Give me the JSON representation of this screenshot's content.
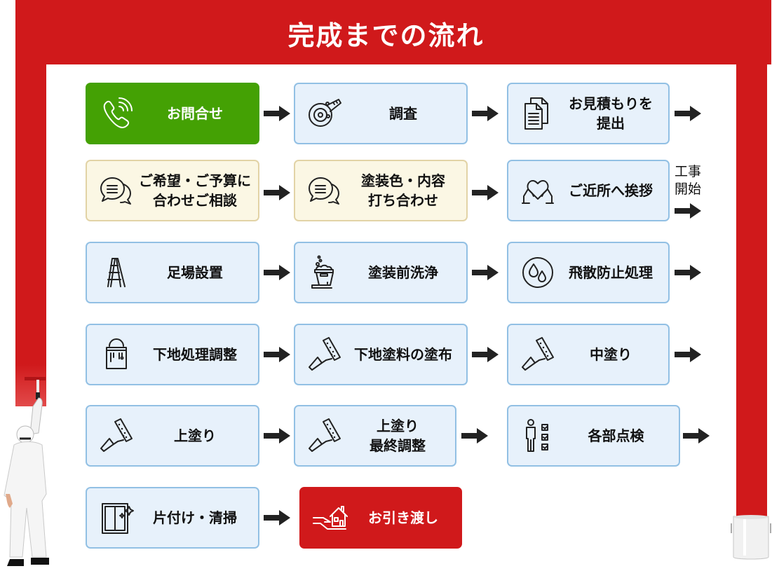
{
  "title": "完成までの流れ",
  "colors": {
    "frame_red": "#d0191b",
    "start_green": "#44a104",
    "step_blue_bg": "#e7f1fb",
    "step_blue_border": "#92c0e4",
    "consult_beige_bg": "#fbf7e4",
    "consult_beige_border": "#e2d3a6",
    "end_red": "#d0191b",
    "arrow": "#222222"
  },
  "side_note": "工事\n開始",
  "steps": [
    {
      "label": "お問合せ",
      "icon": "phone-icon",
      "style": "green"
    },
    {
      "label": "調査",
      "icon": "tape-measure-icon",
      "style": "blue"
    },
    {
      "label": "お見積もりを\n提出",
      "icon": "documents-icon",
      "style": "blue"
    },
    {
      "label": "ご希望・ご予算に\n合わせご相談",
      "icon": "chat-bubbles-icon",
      "style": "beige"
    },
    {
      "label": "塗装色・内容\n打ち合わせ",
      "icon": "chat-bubbles-icon",
      "style": "beige"
    },
    {
      "label": "ご近所へ挨拶",
      "icon": "hands-heart-icon",
      "style": "blue"
    },
    {
      "label": "足場設置",
      "icon": "ladder-icon",
      "style": "blue"
    },
    {
      "label": "塗装前洗浄",
      "icon": "wash-bucket-icon",
      "style": "blue"
    },
    {
      "label": "飛散防止処理",
      "icon": "water-drops-icon",
      "style": "blue"
    },
    {
      "label": "下地処理調整",
      "icon": "paint-can-icon",
      "style": "blue"
    },
    {
      "label": "下地塗料の塗布",
      "icon": "paint-roller-icon",
      "style": "blue"
    },
    {
      "label": "中塗り",
      "icon": "paint-roller-icon",
      "style": "blue"
    },
    {
      "label": "上塗り",
      "icon": "paint-roller-icon",
      "style": "blue"
    },
    {
      "label": "上塗り\n最終調整",
      "icon": "paint-roller-icon",
      "style": "blue"
    },
    {
      "label": "各部点検",
      "icon": "inspection-checklist-icon",
      "style": "blue"
    },
    {
      "label": "片付け・清掃",
      "icon": "clean-window-icon",
      "style": "blue"
    },
    {
      "label": "お引き渡し",
      "icon": "house-hand-icon",
      "style": "red"
    }
  ]
}
